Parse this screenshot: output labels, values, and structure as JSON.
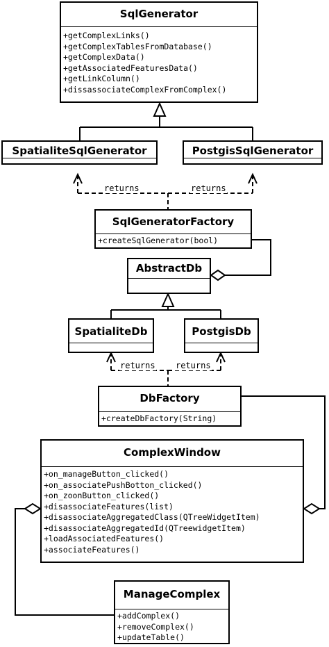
{
  "classes": {
    "sql_generator": {
      "name": "SqlGenerator",
      "methods": [
        "+getComplexLinks()",
        "+getComplexTablesFromDatabase()",
        "+getComplexData()",
        "+getAssociatedFeaturesData()",
        "+getLinkColumn()",
        "+dissassociateComplexFromComplex()"
      ]
    },
    "spatialite_sql_generator": {
      "name": "SpatialiteSqlGenerator"
    },
    "postgis_sql_generator": {
      "name": "PostgisSqlGenerator"
    },
    "sql_generator_factory": {
      "name": "SqlGeneratorFactory",
      "methods": [
        "+createSqlGenerator(bool)"
      ]
    },
    "abstract_db": {
      "name": "AbstractDb"
    },
    "spatialite_db": {
      "name": "SpatialiteDb"
    },
    "postgis_db": {
      "name": "PostgisDb"
    },
    "db_factory": {
      "name": "DbFactory",
      "methods": [
        "+createDbFactory(String)"
      ]
    },
    "complex_window": {
      "name": "ComplexWindow",
      "methods": [
        "+on_manageButton_clicked()",
        "+on_associatePushBotton_clicked()",
        "+on_zoonButton_clicked()",
        "+disassociateFeatures(list)",
        "+disassociateAggregatedClass(QTreeWidgetItem)",
        "+disassociateAggregatedId(QTreewidgetItem)",
        "+loadAssociatedFeatures()",
        "+associateFeatures()"
      ]
    },
    "manage_complex": {
      "name": "ManageComplex",
      "methods": [
        "+addComplex()",
        "+removeComplex()",
        "+updateTable()"
      ]
    }
  },
  "labels": {
    "returns": "returns"
  }
}
